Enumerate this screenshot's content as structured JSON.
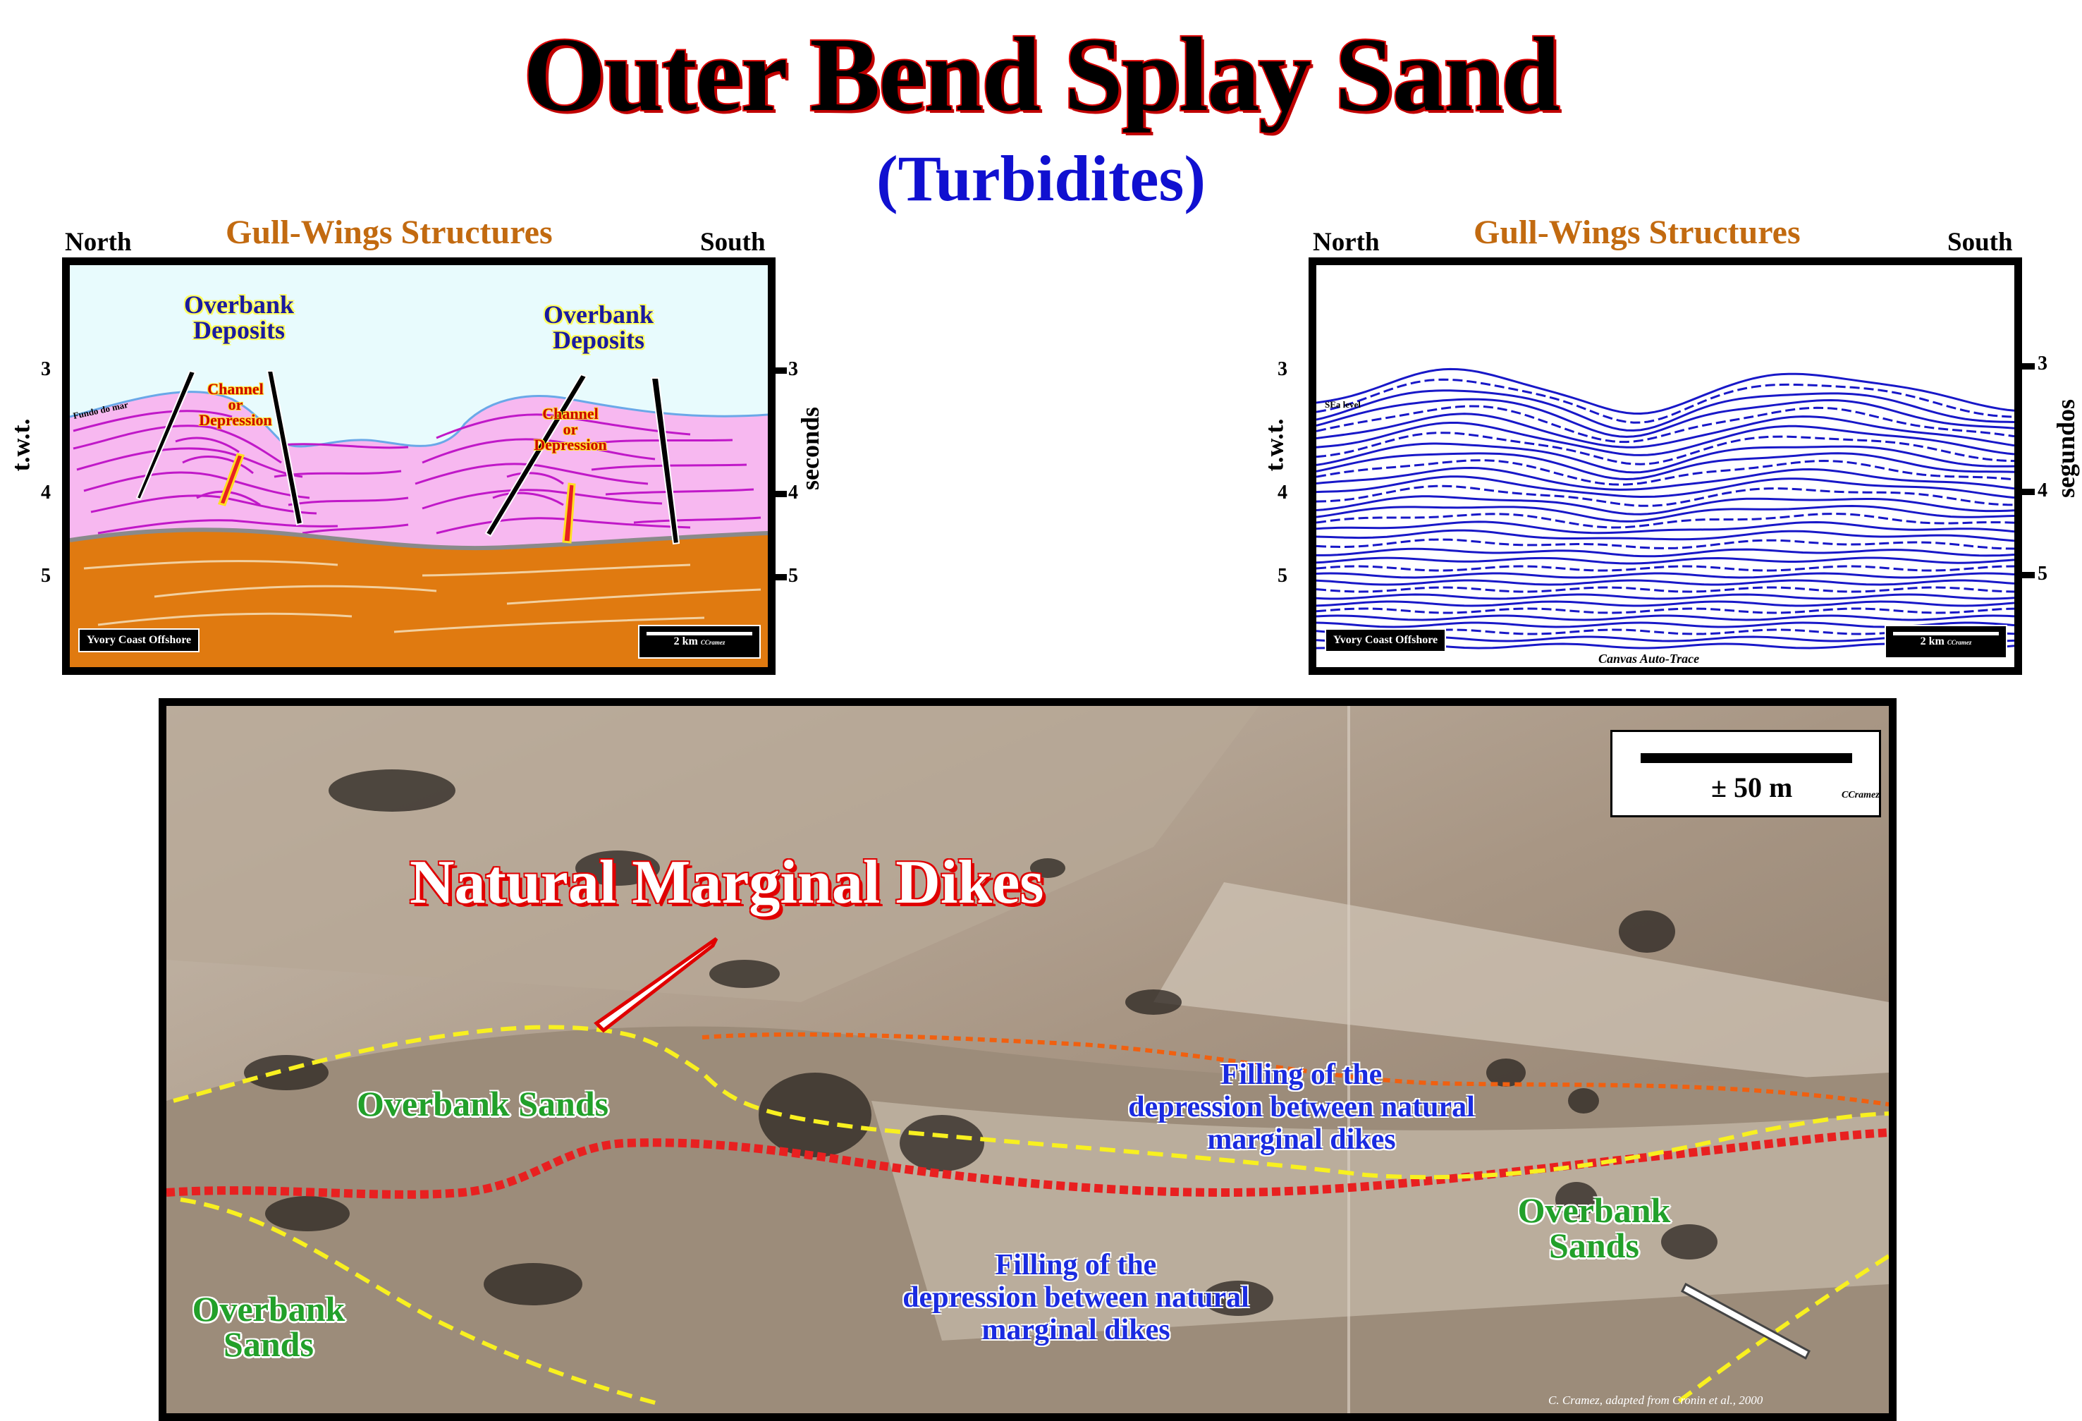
{
  "title": "Outer Bend Splay Sand",
  "subtitle": "(Turbidites)",
  "left_panel": {
    "north": "North",
    "south": "South",
    "header": "Gull-Wings Structures",
    "y_left_label": "t.w.t.",
    "y_right_label": "seconds",
    "ticks": [
      "3",
      "4",
      "5"
    ],
    "seafloor_label": "Fundo do mar",
    "overbank_1": [
      "Overbank",
      "Deposits"
    ],
    "overbank_2": [
      "Overbank",
      "Deposits"
    ],
    "channel_1": [
      "Channel",
      "or",
      "Depression"
    ],
    "channel_2": [
      "Channel",
      "or",
      "Depression"
    ],
    "location": "Yvory Coast Offshore",
    "scale": "2 km",
    "credit": "CCramez",
    "colors": {
      "water": "#e8fbfd",
      "sediment": "#f7b8f0",
      "basement": "#e07a10",
      "reflectors": "#c018c8"
    }
  },
  "right_panel": {
    "north": "North",
    "south": "South",
    "header": "Gull-Wings Structures",
    "y_left_label": "t.w.t.",
    "y_right_label": "segundos",
    "ticks": [
      "3",
      "4",
      "5"
    ],
    "sea_level_label": "SEa level",
    "location": "Yvory Coast Offshore",
    "trace_label": "Canvas Auto-Trace",
    "scale": "2 km",
    "credit": "CCramez",
    "colors": {
      "trace": "#1818c8"
    }
  },
  "photo_panel": {
    "scale": "± 50 m",
    "scale_credit": "CCramez",
    "natural_dikes": "Natural Marginal Dikes",
    "overbank_sands_top": "Overbank Sands",
    "overbank_sands_right": [
      "Overbank",
      "Sands"
    ],
    "overbank_sands_left": [
      "Overbank",
      "Sands"
    ],
    "filling_top": [
      "Filling of the",
      "depression  between  natural",
      "marginal dikes"
    ],
    "filling_bottom": [
      "Filling of the",
      "depression between  natural",
      "marginal dikes"
    ],
    "credit": "C. Cramez, adapted from Cronin et al., 2000",
    "colors": {
      "dike_line": "#e82020",
      "top_line": "#f06010",
      "yellow_line": "#f8f020",
      "green_text": "#22a02a",
      "blue_text": "#1a2be0"
    }
  }
}
